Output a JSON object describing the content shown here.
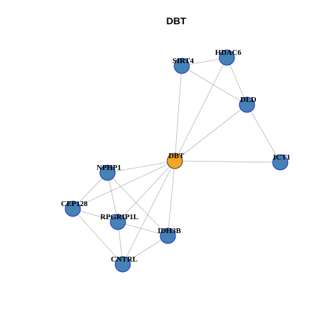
{
  "title": "DBT",
  "colors": {
    "hub_fill": "#F5A623",
    "hub_stroke": "#3A3A3A",
    "node_fill": "#4682B4",
    "node_stroke": "#1C33C9",
    "edge": "#B5B5B5"
  },
  "nodes": [
    {
      "id": "DBT",
      "label": "DBT",
      "hub": true
    },
    {
      "id": "SIRT4",
      "label": "SIRT4",
      "hub": false
    },
    {
      "id": "HDAC6",
      "label": "HDAC6",
      "hub": false
    },
    {
      "id": "DLD",
      "label": "DLD",
      "hub": false
    },
    {
      "id": "ICT1",
      "label": "ICT1",
      "hub": false
    },
    {
      "id": "NPHP1",
      "label": "NPHP1",
      "hub": false
    },
    {
      "id": "CEP128",
      "label": "CEP128",
      "hub": false
    },
    {
      "id": "RPGRIP1L",
      "label": "RPGRIP1L",
      "hub": false
    },
    {
      "id": "IDH3B",
      "label": "IDH3B",
      "hub": false
    },
    {
      "id": "CNTRL",
      "label": "CNTRL",
      "hub": false
    }
  ],
  "edges": [
    [
      "SIRT4",
      "HDAC6"
    ],
    [
      "SIRT4",
      "DLD"
    ],
    [
      "SIRT4",
      "DBT"
    ],
    [
      "HDAC6",
      "DLD"
    ],
    [
      "HDAC6",
      "DBT"
    ],
    [
      "DLD",
      "DBT"
    ],
    [
      "DLD",
      "ICT1"
    ],
    [
      "DBT",
      "ICT1"
    ],
    [
      "DBT",
      "NPHP1"
    ],
    [
      "DBT",
      "CEP128"
    ],
    [
      "DBT",
      "RPGRIP1L"
    ],
    [
      "DBT",
      "IDH3B"
    ],
    [
      "DBT",
      "CNTRL"
    ],
    [
      "NPHP1",
      "CEP128"
    ],
    [
      "NPHP1",
      "RPGRIP1L"
    ],
    [
      "NPHP1",
      "IDH3B"
    ],
    [
      "CEP128",
      "RPGRIP1L"
    ],
    [
      "CEP128",
      "CNTRL"
    ],
    [
      "RPGRIP1L",
      "IDH3B"
    ],
    [
      "RPGRIP1L",
      "CNTRL"
    ],
    [
      "IDH3B",
      "CNTRL"
    ]
  ]
}
